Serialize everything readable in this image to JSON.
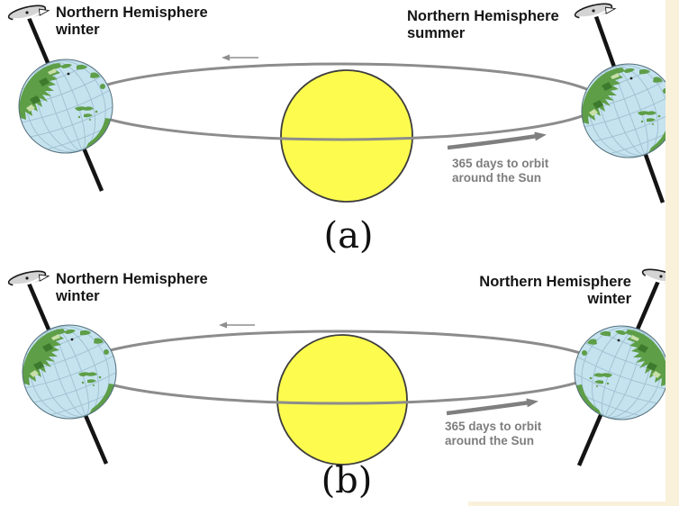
{
  "figure": {
    "description": "Diagram of Earth's yearly orbit around the Sun shown in two panels",
    "panels": [
      {
        "id": "a",
        "label": "(a)",
        "left_earth_caption": "Northern Hemisphere\nwinter",
        "right_earth_caption": "Northern Hemisphere\nsummer",
        "orbit_duration_caption": "365 days to orbit\naround the Sun"
      },
      {
        "id": "b",
        "label": "(b)",
        "left_earth_caption": "Northern Hemisphere\nwinter",
        "right_earth_caption": "Northern Hemisphere\nwinter",
        "orbit_duration_caption": "365 days to orbit\naround the Sun"
      }
    ],
    "icons": {
      "axis_spin": "axis-spin-arrow-icon",
      "orbit_direction": "orbit-direction-arrow-icon",
      "orbit_progress": "orbit-365-days-arrow-icon"
    },
    "colors": {
      "sun_fill": "#fcfb4e",
      "sun_outline": "#3c3c3c",
      "orbit_line": "#8c8c8c",
      "orbit_caption_gray": "#7e7e7e",
      "caption_black": "#151515",
      "ocean_blue": "#c5e2ef",
      "land_green": "#5e9e47",
      "land_dark_green": "#3e7a2d",
      "graticule": "#9ec0d0",
      "earth_axis": "#141414",
      "page_edge_cream": "#faf1db",
      "background": "#ffffff"
    }
  }
}
